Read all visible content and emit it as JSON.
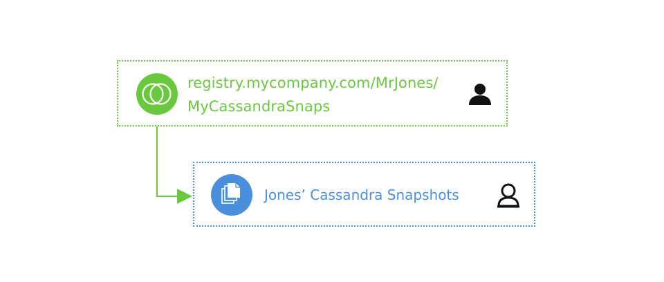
{
  "registry_snap": {
    "line1": "registry.mycompany.com/MrJones/",
    "line2": "MyCassandraSnaps",
    "icon": "overlapping-circles-icon",
    "owner_icon": "person-icon",
    "color": "#6ac83e"
  },
  "local_snap": {
    "label": "Jones’ Cassandra Snapshots",
    "icon": "stacked-documents-icon",
    "owner_icon": "person-outline-icon",
    "color": "#4a8fdc"
  },
  "connector": {
    "color": "#6ac83e",
    "icon": "arrow-right-icon"
  }
}
